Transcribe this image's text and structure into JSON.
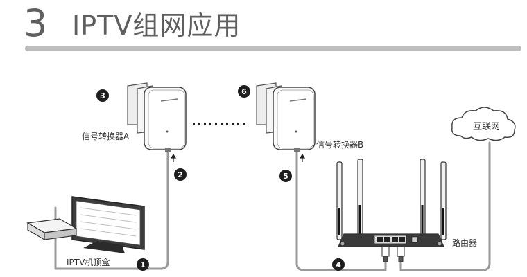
{
  "header": {
    "number": "3",
    "title": "IPTV组网应用"
  },
  "labels": {
    "adapter_a": "信号转换器A",
    "adapter_b": "信号转换器B",
    "internet": "互联网",
    "router": "路由器",
    "settop": "IPTV机顶盒"
  },
  "steps": [
    "1",
    "2",
    "3",
    "4",
    "5",
    "6"
  ]
}
